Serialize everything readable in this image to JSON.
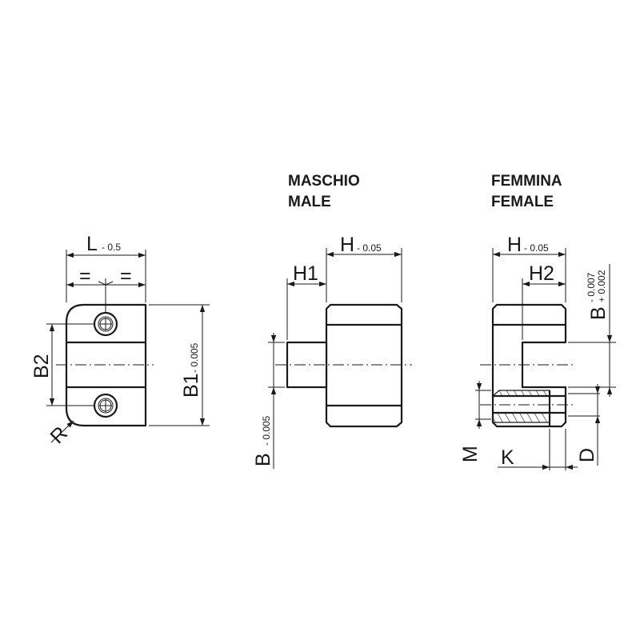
{
  "titles": {
    "male_it": "MASCHIO",
    "male_en": "MALE",
    "female_it": "FEMMINA",
    "female_en": "FEMALE"
  },
  "dims": {
    "L": "L",
    "L_tol": "- 0.5",
    "equal": "=",
    "B2": "B2",
    "B1": "B1",
    "B1_tol": "- 0.005",
    "R": "R",
    "H": "H",
    "H_tol": "- 0.05",
    "H1": "H1",
    "B": "B",
    "B_male_tol": "- 0.005",
    "H2": "H2",
    "B_female_tol_lower": "- 0.007",
    "B_female_tol_upper": "+ 0.002",
    "M": "M",
    "K": "K",
    "D": "D"
  }
}
